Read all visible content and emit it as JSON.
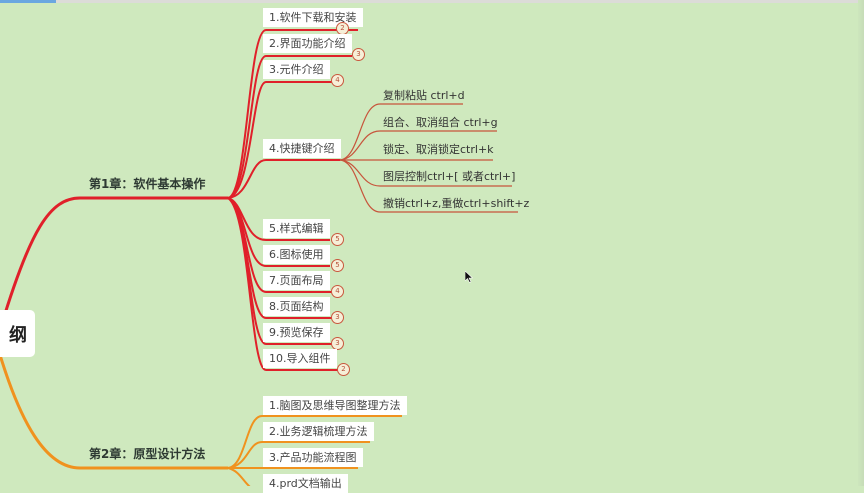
{
  "colors": {
    "background": "#cfe9be",
    "chapter1_branch": "#e0202a",
    "chapter2_branch": "#f0921e",
    "leaf_line": "#c7553c",
    "badge_border": "#c9573d"
  },
  "root": {
    "label": "纲"
  },
  "chapters": [
    {
      "label": "第1章：软件基本操作",
      "topics": [
        {
          "label": "1.软件下载和安装",
          "badge": "2"
        },
        {
          "label": "2.界面功能介绍",
          "badge": "3"
        },
        {
          "label": "3.元件介绍",
          "badge": "4"
        },
        {
          "label": "4.快捷键介绍",
          "badge": null,
          "children": [
            "复制粘贴 ctrl+d",
            "组合、取消组合 ctrl+g",
            "锁定、取消锁定ctrl+k",
            "图层控制ctrl+[ 或者ctrl+]",
            "撤销ctrl+z,重做ctrl+shift+z"
          ]
        },
        {
          "label": "5.样式编辑",
          "badge": "5"
        },
        {
          "label": "6.图标使用",
          "badge": "5"
        },
        {
          "label": "7.页面布局",
          "badge": "4"
        },
        {
          "label": "8.页面结构",
          "badge": "3"
        },
        {
          "label": "9.预览保存",
          "badge": "3"
        },
        {
          "label": "10.导入组件",
          "badge": "2"
        }
      ]
    },
    {
      "label": "第2章：原型设计方法",
      "topics": [
        {
          "label": "1.脑图及思维导图整理方法"
        },
        {
          "label": "2.业务逻辑梳理方法"
        },
        {
          "label": "3.产品功能流程图"
        },
        {
          "label": "4.prd文档输出"
        }
      ]
    }
  ]
}
